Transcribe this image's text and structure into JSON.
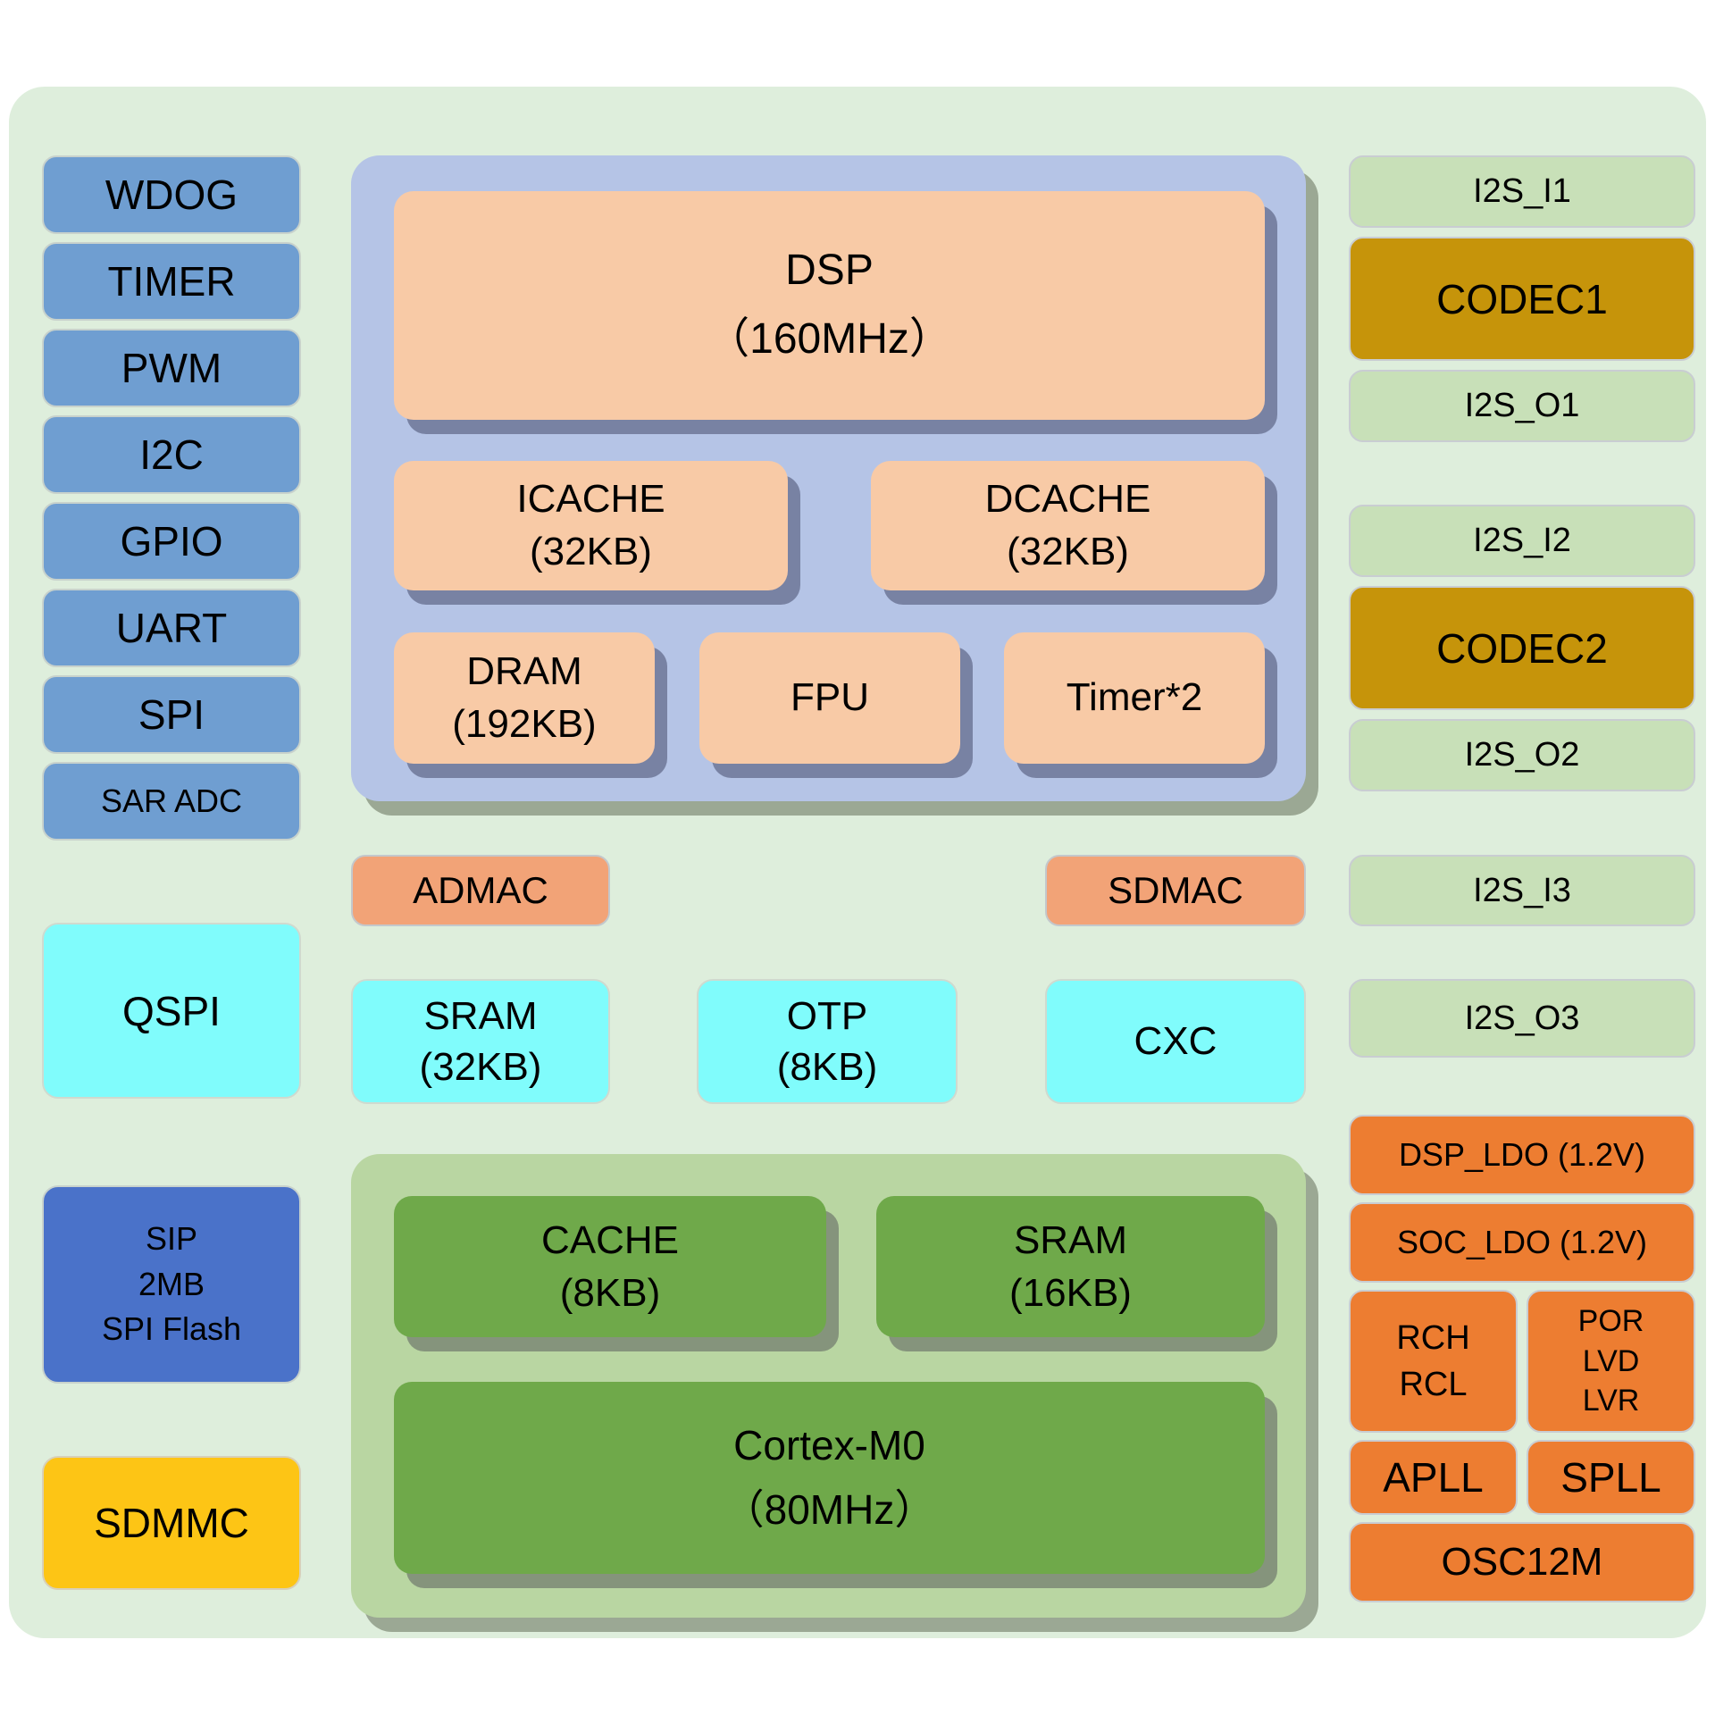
{
  "palette": {
    "canvas_bg": "#ffffff",
    "board_bg": "#deeedc",
    "peripheral_blue": "#6f9ed1",
    "dsp_container_blue": "#b5c4e6",
    "dsp_block_peach": "#f8caa6",
    "dma_salmon": "#f2a377",
    "mem_cyan": "#80fcfc",
    "flash_blue": "#4a72c9",
    "sdmmc_yellow": "#fdc515",
    "i2s_green": "#c8e0b8",
    "codec_gold": "#c6940a",
    "m0_container_green": "#b9d6a2",
    "m0_block_green": "#6fa94a",
    "power_orange": "#ed7d31"
  },
  "left": {
    "peripherals": [
      "WDOG",
      "TIMER",
      "PWM",
      "I2C",
      "GPIO",
      "UART",
      "SPI",
      "SAR ADC"
    ],
    "qspi": "QSPI",
    "sip_flash_lines": [
      "SIP",
      "2MB",
      "SPI Flash"
    ],
    "sdmmc": "SDMMC"
  },
  "dsp_subsystem": {
    "dsp_lines": [
      "DSP",
      "（160MHz）"
    ],
    "icache_lines": [
      "ICACHE",
      "(32KB)"
    ],
    "dcache_lines": [
      "DCACHE",
      "(32KB)"
    ],
    "dram_lines": [
      "DRAM",
      "(192KB)"
    ],
    "fpu": "FPU",
    "timers": "Timer*2"
  },
  "bus": {
    "admac": "ADMAC",
    "sdmac": "SDMAC",
    "sram_lines": [
      "SRAM",
      "(32KB)"
    ],
    "otp_lines": [
      "OTP",
      "(8KB)"
    ],
    "cxc": "CXC"
  },
  "m0_subsystem": {
    "cache_lines": [
      "CACHE",
      "(8KB)"
    ],
    "sram_lines": [
      "SRAM",
      "(16KB)"
    ],
    "cortex_lines": [
      "Cortex-M0",
      "（80MHz）"
    ]
  },
  "audio": {
    "i2s_i1": "I2S_I1",
    "codec1": "CODEC1",
    "i2s_o1": "I2S_O1",
    "i2s_i2": "I2S_I2",
    "codec2": "CODEC2",
    "i2s_o2": "I2S_O2",
    "i2s_i3": "I2S_I3",
    "i2s_o3": "I2S_O3"
  },
  "power_clock": {
    "dsp_ldo": "DSP_LDO (1.2V)",
    "soc_ldo": "SOC_LDO (1.2V)",
    "rch_rcl_lines": [
      "RCH",
      "RCL"
    ],
    "por_lvd_lvr_lines": [
      "POR",
      "LVD",
      "LVR"
    ],
    "apll": "APLL",
    "spll": "SPLL",
    "osc12m": "OSC12M"
  }
}
